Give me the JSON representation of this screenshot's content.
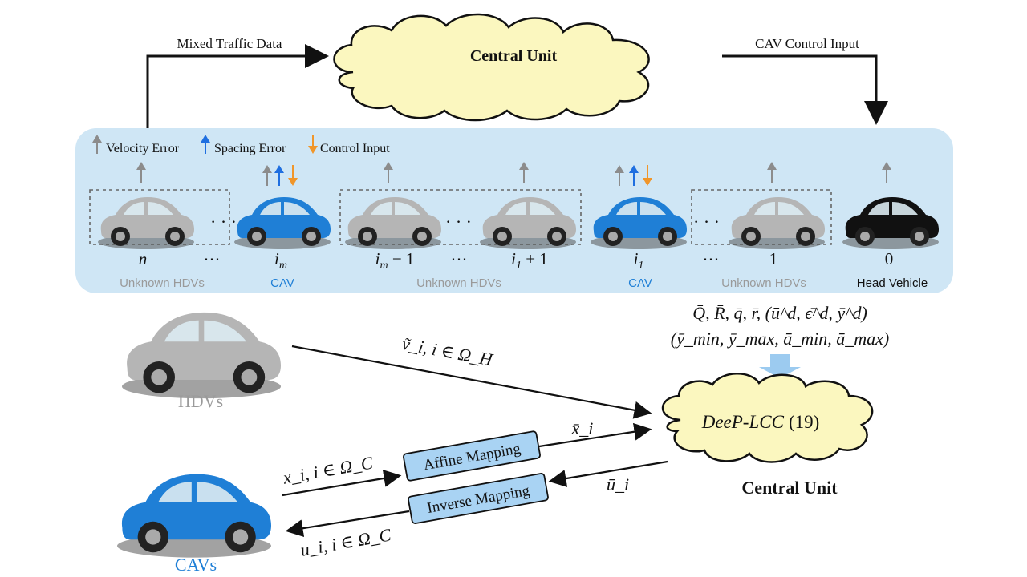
{
  "colors": {
    "panel": "#cfe6f5",
    "cloud": "#fbf7bf",
    "cav_blue": "#1f7fd6",
    "hdv_gray": "#b5b5b5",
    "head_black": "#111111",
    "velocity_arrow": "#8c8c8c",
    "spacing_arrow": "#1f6fe0",
    "control_arrow": "#f0962a",
    "mapping_box": "#a9d3f3",
    "label_gray": "#9a9a9a",
    "label_blue": "#1f7fd6"
  },
  "top_flow": {
    "left_label": "Mixed Traffic Data",
    "right_label": "CAV Control Input",
    "cloud_label": "Central Unit"
  },
  "legend": {
    "velocity": "Velocity Error",
    "spacing": "Spacing Error",
    "control": "Control Input"
  },
  "platoon": {
    "indices": [
      "n",
      "⋯",
      "i_m",
      "i_m − 1",
      "⋯",
      "i_1 + 1",
      "i_1",
      "⋯",
      "1",
      "0"
    ],
    "idx_n": "n",
    "idx_dots1": "⋯",
    "idx_im": "i",
    "idx_im_sub": "m",
    "idx_im1": "i",
    "idx_im1_sub": "m",
    "idx_im1_rest": " − 1",
    "idx_dots2": "⋯",
    "idx_i1p": "i",
    "idx_i1p_sub": "1",
    "idx_i1p_rest": " + 1",
    "idx_i1": "i",
    "idx_i1_sub": "1",
    "idx_dots3": "⋯",
    "idx_1": "1",
    "idx_0": "0",
    "group_labels": {
      "unknown1": "Unknown HDVs",
      "cav1": "CAV",
      "unknown2": "Unknown HDVs",
      "cav2": "CAV",
      "unknown3": "Unknown HDVs",
      "head": "Head Vehicle"
    }
  },
  "params": {
    "line1": "Q̄, R̄, q̄, r̄, (ū^d, ϵ̄^d, ȳ^d)",
    "line2": "(ȳ_min, ȳ_max, ā_min, ā_max)"
  },
  "bottom": {
    "hdv_label": "HDVs",
    "cav_label": "CAVs",
    "hdv_signal": "ṽ_i, i ∈ Ω_H",
    "cav_signal_in": "x_i, i ∈ Ω_C",
    "cav_signal_out": "u_i, i ∈ Ω_C",
    "xbar": "x̄_i",
    "ubar": "ū_i",
    "affine_label": "Affine Mapping",
    "inverse_label": "Inverse Mapping",
    "cloud_label": "DeeP-LCC",
    "cloud_ref": "(19)",
    "unit_label": "Central Unit"
  }
}
